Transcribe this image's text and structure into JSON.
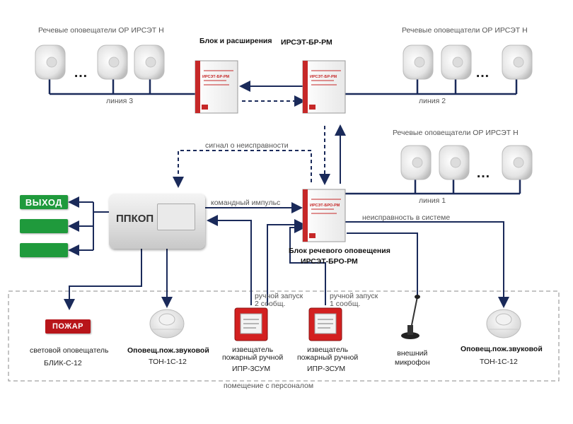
{
  "groups": {
    "top_left": "Речевые оповещатели ОР ИРСЭТ Н",
    "top_right": "Речевые оповещатели ОР ИРСЭТ Н",
    "mid_right": "Речевые оповещатели ОР ИРСЭТ Н"
  },
  "expansion": {
    "title": "Блок и расширения",
    "model": "ИРСЭТ-БР-РМ",
    "panel_label": "ИРСЭТ-БР-РМ"
  },
  "lines": {
    "line3": "линия 3",
    "line2": "линия 2",
    "line1": "линия 1",
    "dots": "…"
  },
  "signals": {
    "fault": "сигнал о неисправности",
    "command": "командный импульс",
    "system_fault": "неисправность в системе",
    "manual2": "ручной запуск\n2 сообщ.",
    "manual1": "ручной запуск\n1 сообщ."
  },
  "controller": {
    "label": "ППКОП"
  },
  "speech_unit": {
    "title": "Блок речевого оповещения",
    "model": "ИРСЭТ-БРО-РМ",
    "panel_label": "ИРСЭТ-БРО-РМ"
  },
  "exit_signs": {
    "exit_text": "ВЫХОД",
    "sign_color": "#1f9a3c"
  },
  "devices": {
    "fire_sign_text": "ПОЖАР",
    "fire_sign_color": "#b8151a",
    "light_name": "световой оповещатель",
    "light_model": "БЛИК-С-12",
    "sound_name": "Оповещ.пож.звуковой",
    "sound_model": "ТОН-1С-12",
    "manual_name": "извещатель\nпожарный ручной",
    "manual_model": "ИПР-3СУМ",
    "mic_name": "внешний\nмикрофон",
    "sound2_name": "Оповещ.пож.звуковой",
    "sound2_model": "ТОН-1С-12"
  },
  "room": {
    "label": "помещение с персоналом"
  },
  "colors": {
    "wire": "#1a2a5a",
    "dashed": "#1a2a5a",
    "accent_red": "#c62828"
  }
}
